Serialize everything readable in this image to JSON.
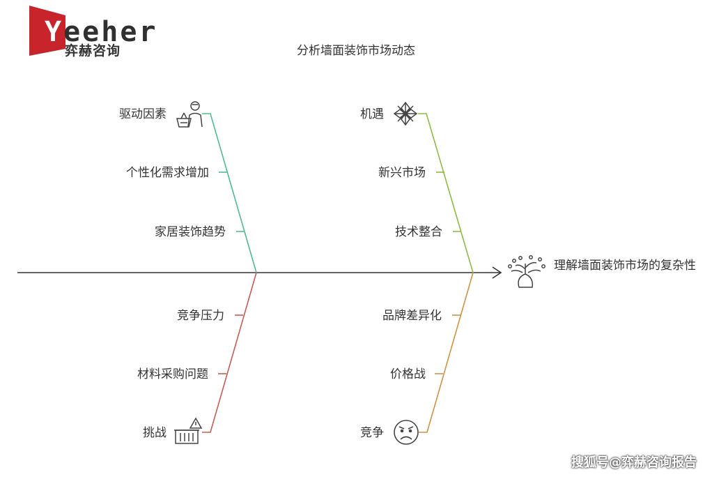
{
  "logo": {
    "word_first": "Y",
    "word_rest": "eeher",
    "subtitle": "弈赫咨询",
    "brand_color": "#c8242b"
  },
  "title": "分析墙面装饰市场动态",
  "outcome": "理解墙面装饰市场的复杂性",
  "branches": {
    "drivers": {
      "label": "驱动因素",
      "color": "#4cbf8e",
      "icon": "shopping-basket-person-icon",
      "items": [
        "个性化需求增加",
        "家居装饰趋势"
      ]
    },
    "opportunities": {
      "label": "机遇",
      "color": "#8bbd3f",
      "icon": "snowflake-icon",
      "items": [
        "新兴市场",
        "技术整合"
      ]
    },
    "challenges": {
      "label": "挑战",
      "color": "#cd5a52",
      "icon": "warning-basket-icon",
      "items": [
        "竞争压力",
        "材料采购问题"
      ]
    },
    "competition": {
      "label": "竞争",
      "color": "#d49142",
      "icon": "angry-face-icon",
      "items": [
        "品牌差异化",
        "价格战"
      ]
    }
  },
  "spine_color": "#333333",
  "watermark": "搜狐号@弈赫咨询报告"
}
